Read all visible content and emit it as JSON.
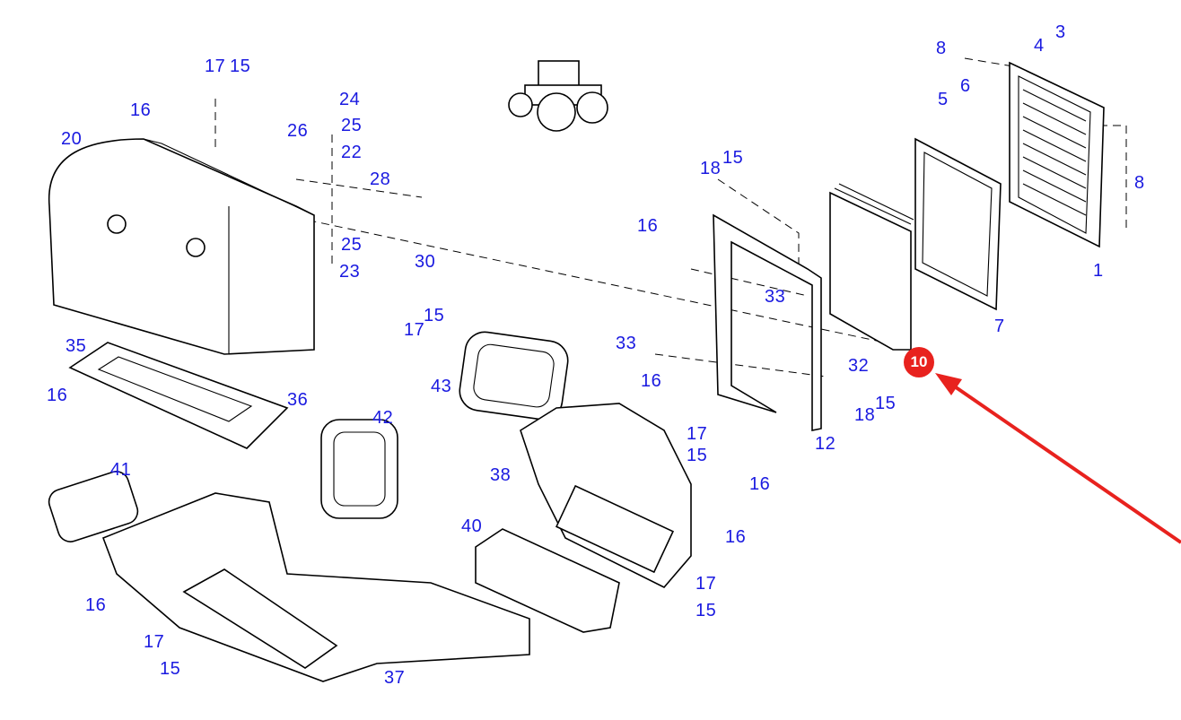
{
  "labels": [
    "17",
    "15",
    "24",
    "25",
    "16",
    "26",
    "22",
    "20",
    "28",
    "25",
    "30",
    "23",
    "15",
    "17",
    "35",
    "36",
    "16",
    "43",
    "42",
    "41",
    "38",
    "40",
    "16",
    "17",
    "15",
    "37",
    "16",
    "17",
    "15",
    "16",
    "33",
    "33",
    "16",
    "18",
    "15",
    "32",
    "18",
    "15",
    "12",
    "16",
    "17",
    "15",
    "7",
    "1",
    "8",
    "8",
    "4",
    "3",
    "6",
    "5"
  ],
  "highlight": {
    "label": "10",
    "color": "#e8221e"
  },
  "label_color": "#1a1ae0"
}
